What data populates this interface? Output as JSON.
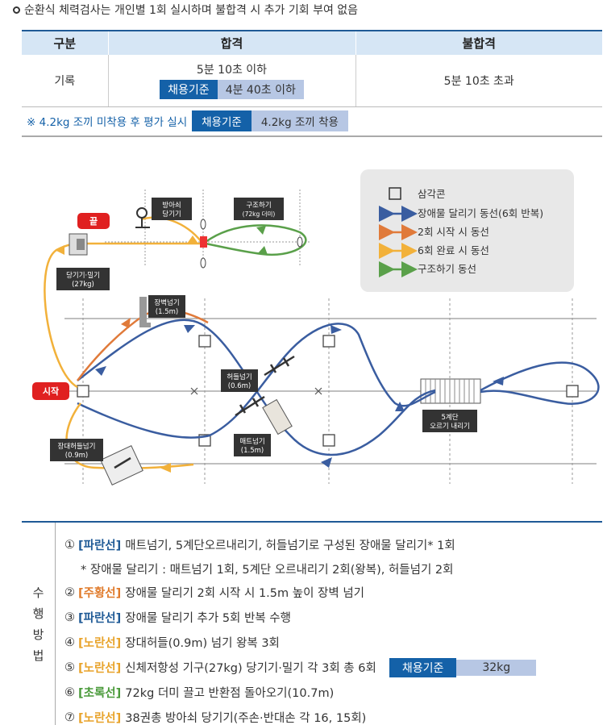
{
  "top_note": "순환식 체력검사는 개인별 1회 실시하며 불합격 시 추가 기회 부여 없음",
  "table": {
    "headers": [
      "구분",
      "합격",
      "불합격"
    ],
    "row_label": "기록",
    "pass_value": "5분 10초 이하",
    "pass_tag": "채용기준",
    "pass_tag_value": "4분 40초 이하",
    "fail_value": "5분 10초 초과"
  },
  "note2": {
    "text": "※ 4.2kg 조끼 미착용 후 평가 실시",
    "tag": "채용기준",
    "tag_value": "4.2kg 조끼 착용"
  },
  "diagram": {
    "legend": [
      {
        "label": "삼각콘",
        "type": "cone"
      },
      {
        "label": "장애물 달리기 동선(6회 반복)",
        "color": "#3a5da0"
      },
      {
        "label": "2회 시작 시 동선",
        "color": "#e07a3a"
      },
      {
        "label": "6회 완료 시 동선",
        "color": "#f2b13a"
      },
      {
        "label": "구조하기 동선",
        "color": "#5aa04a"
      }
    ],
    "start_label": "시작",
    "end_label": "끝",
    "labels": {
      "dumbbell_1": "방아쇠",
      "dumbbell_2": "당기기",
      "rescue_1": "구조하기",
      "rescue_2": "(72kg 더미)",
      "pushpull_1": "당기기·밀기",
      "pushpull_2": "(27kg)",
      "wall_1": "장벽넘기",
      "wall_2": "(1.5m)",
      "hurdle_1": "허들넘기",
      "hurdle_2": "(0.6m)",
      "mat_1": "매트넘기",
      "mat_2": "(1.5m)",
      "longhurdle_1": "장대허들넘기",
      "longhurdle_2": "(0.9m)",
      "stairs_1": "5계단",
      "stairs_2": "오르기 내리기"
    }
  },
  "method": {
    "label_chars": [
      "수",
      "행",
      "방",
      "법"
    ],
    "steps": [
      {
        "num": "①",
        "kw": "[파란선]",
        "color": "blue",
        "text": "매트넘기, 5계단오르내리기, 허들넘기로 구성된 장애물 달리기* 1회"
      },
      {
        "sub": true,
        "text": "* 장애물 달리기 : 매트넘기 1회, 5계단 오르내리기 2회(왕복), 허들넘기 2회"
      },
      {
        "num": "②",
        "kw": "[주황선]",
        "color": "orange",
        "text": "장애물 달리기 2회 시작 시 1.5m 높이 장벽 넘기"
      },
      {
        "num": "③",
        "kw": "[파란선]",
        "color": "blue",
        "text": "장애물 달리기 추가 5회 반복 수행"
      },
      {
        "num": "④",
        "kw": "[노란선]",
        "color": "yellow",
        "text": "장대허들(0.9m) 넘기 왕복 3회"
      },
      {
        "num": "⑤",
        "kw": "[노란선]",
        "color": "yellow",
        "text": "신체저항성 기구(27kg) 당기기·밀기 각 3회 총 6회",
        "tag": "채용기준",
        "tag_value": "32kg"
      },
      {
        "num": "⑥",
        "kw": "[초록선]",
        "color": "green",
        "text": "72kg 더미 끌고 반환점 돌아오기(10.7m)"
      },
      {
        "num": "⑦",
        "kw": "[노란선]",
        "color": "yellow",
        "text": "38권총 방아쇠 당기기(주손·반대손 각 16, 15회)"
      }
    ]
  }
}
